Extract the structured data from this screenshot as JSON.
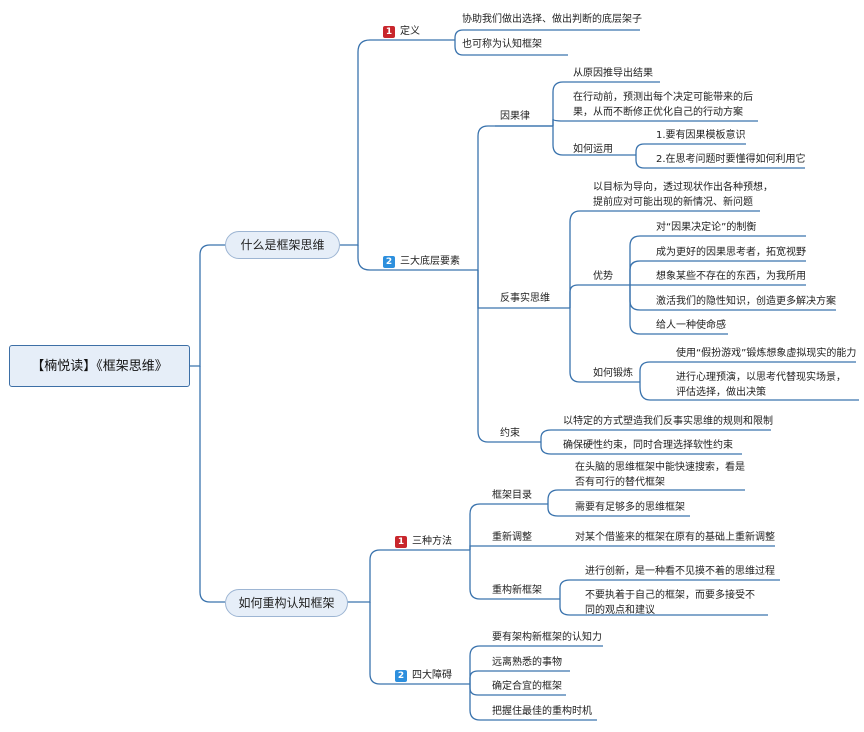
{
  "root": "【楠悦读】《框架思维》",
  "branch1": {
    "title": "什么是框架思维",
    "definition": {
      "badge": "1",
      "label": "定义",
      "items": [
        "协助我们做出选择、做出判断的底层架子",
        "也可称为认知框架"
      ]
    },
    "elements": {
      "badge": "2",
      "label": "三大底层要素",
      "causality": {
        "label": "因果律",
        "item1": "从原因推导出结果",
        "item2_line1": "在行动前，预测出每个决定可能带来的后",
        "item2_line2": "果，从而不断修正优化自己的行动方案",
        "apply_label": "如何运用",
        "apply_items": [
          "1.要有因果模板意识",
          "2.在思考问题时要懂得如何利用它"
        ]
      },
      "counterfactual": {
        "label": "反事实思维",
        "intro_line1": "以目标为导向，透过现状作出各种预想，",
        "intro_line2": "提前应对可能出现的新情况、新问题",
        "adv_label": "优势",
        "adv_items": [
          "对“因果决定论”的制衡",
          "成为更好的因果思考者，拓宽视野",
          "想象某些不存在的东西，为我所用",
          "激活我们的隐性知识，创造更多解决方案",
          "给人一种使命感"
        ],
        "train_label": "如何锻炼",
        "train_item1": "使用“假扮游戏”锻炼想象虚拟现实的能力",
        "train_item2_line1": "进行心理预演，以思考代替现实场景，",
        "train_item2_line2": "评估选择，做出决策"
      },
      "constraint": {
        "label": "约束",
        "items": [
          "以特定的方式塑造我们反事实思维的规则和限制",
          "确保硬性约束，同时合理选择软性约束"
        ]
      }
    }
  },
  "branch2": {
    "title": "如何重构认知框架",
    "methods": {
      "badge": "1",
      "label": "三种方法",
      "catalog": {
        "label": "框架目录",
        "item1_line1": "在头脑的思维框架中能快速搜索，看是",
        "item1_line2": "否有可行的替代框架",
        "item2": "需要有足够多的思维框架"
      },
      "adjust": {
        "label": "重新调整",
        "item": "对某个借鉴来的框架在原有的基础上重新调整"
      },
      "rebuild": {
        "label": "重构新框架",
        "item1": "进行创新，是一种看不见摸不着的思维过程",
        "item2_line1": "不要执着于自己的框架，而要多接受不",
        "item2_line2": "同的观点和建议"
      }
    },
    "obstacles": {
      "badge": "2",
      "label": "四大障碍",
      "items": [
        "要有架构新框架的认知力",
        "远离熟悉的事物",
        "确定合宜的框架",
        "把握住最佳的重构时机"
      ]
    }
  }
}
